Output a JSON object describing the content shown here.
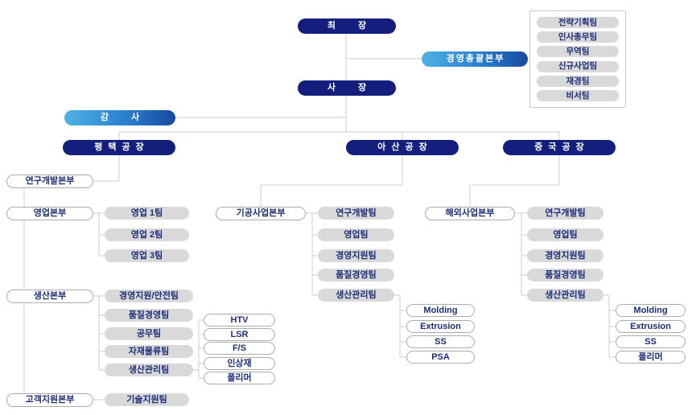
{
  "org": {
    "chairman": "최장",
    "president": "사장",
    "auditor": "감사",
    "management_hq": "경영총괄본부",
    "management_teams": [
      "전략기획팀",
      "인사총무팀",
      "무역팀",
      "신규사업팀",
      "재경팀",
      "비서팀"
    ],
    "factories": {
      "pyeongtaek": "평택공장",
      "asan": "아산공장",
      "china": "중국공장"
    },
    "pyeongtaek": {
      "rnd_hq": "연구개발본부",
      "sales_hq": "영업본부",
      "sales_teams": [
        "영업 1팀",
        "영업 2팀",
        "영업 3팀"
      ],
      "production_hq": "생산본부",
      "production_teams": [
        "경영지원/안전팀",
        "품질경영팀",
        "공무팀",
        "자재물류팀",
        "생산관리팀"
      ],
      "production_products": [
        "HTV",
        "LSR",
        "F/S",
        "인상재",
        "폴리머"
      ],
      "customer_hq": "고객지원본부",
      "customer_teams": [
        "기술지원팀"
      ]
    },
    "asan": {
      "hq": "기공사업본부",
      "teams": [
        "연구개발팀",
        "영업팀",
        "경영지원팀",
        "품질경영팀",
        "생산관리팀"
      ],
      "products": [
        "Molding",
        "Extrusion",
        "SS",
        "PSA"
      ]
    },
    "china": {
      "hq": "해외사업본부",
      "teams": [
        "연구개발팀",
        "영업팀",
        "경영지원팀",
        "품질경영팀",
        "생산관리팀"
      ],
      "products": [
        "Molding",
        "Extrusion",
        "SS",
        "폴리머"
      ]
    }
  },
  "colors": {
    "node_navy": "#141f7d",
    "gradient_from": "#4fb2e5",
    "gradient_to": "#17499e",
    "team_gray": "#d9d9d9",
    "text_navy": "#1d2e79",
    "line": "#cdcdcd"
  }
}
